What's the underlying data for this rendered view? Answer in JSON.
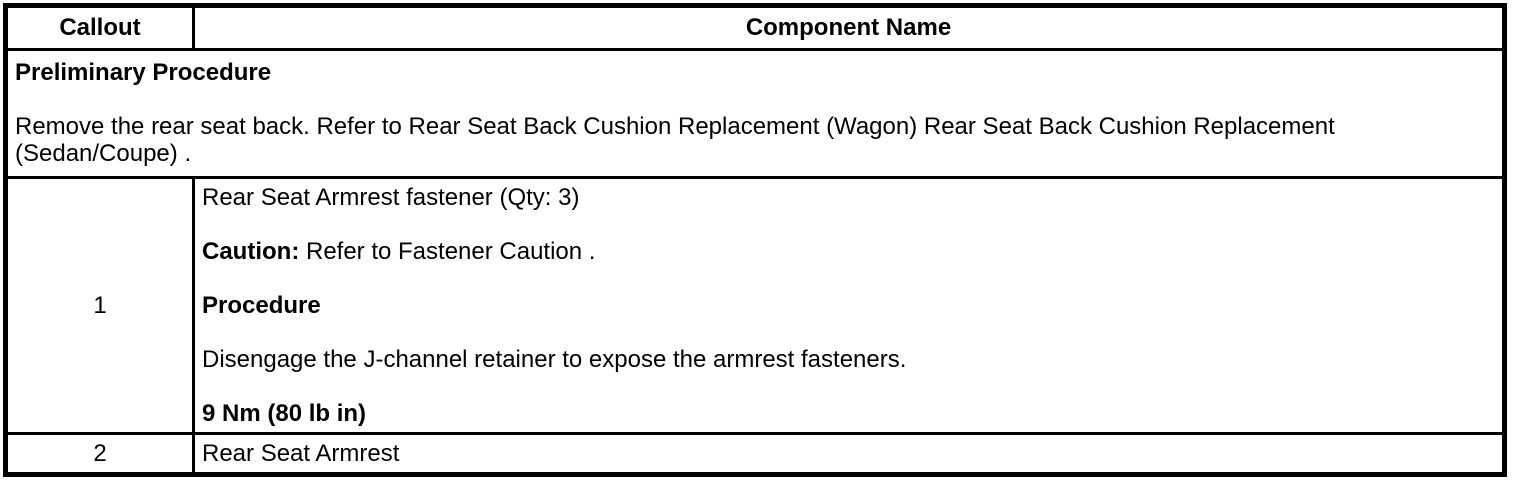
{
  "colors": {
    "border": "#000000",
    "text": "#000000",
    "background": "#ffffff"
  },
  "table": {
    "header": {
      "callout": "Callout",
      "component": "Component Name"
    },
    "preliminary": {
      "title": "Preliminary Procedure",
      "body": "Remove the rear seat back. Refer to Rear Seat Back Cushion Replacement (Wagon) Rear Seat Back Cushion Replacement (Sedan/Coupe) ."
    },
    "row1": {
      "callout": "1",
      "item": "Rear Seat Armrest fastener (Qty: 3)",
      "caution_label": "Caution:",
      "caution_body": "Refer to Fastener Caution .",
      "procedure_title": "Procedure",
      "procedure_body": "Disengage the J-channel retainer to expose the armrest fasteners.",
      "torque": "9 Nm (80 lb in)"
    },
    "row2": {
      "callout": "2",
      "component": "Rear Seat Armrest"
    }
  }
}
